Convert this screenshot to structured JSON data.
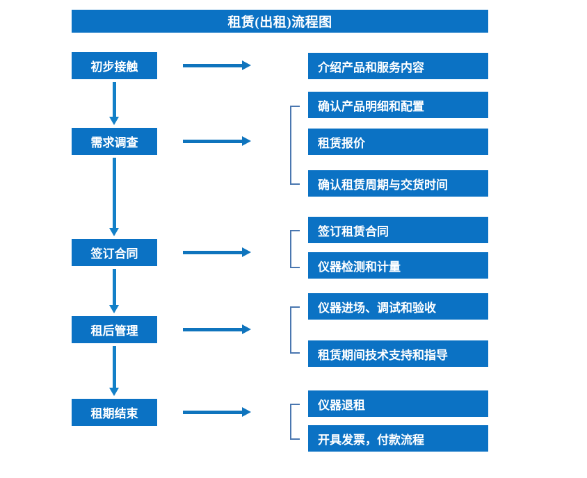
{
  "diagram": {
    "title": "租赁(出租)流程图",
    "accent_color": "#0B72C4",
    "arrow_color": "#0F74BD",
    "bracket_color": "#4A77B0",
    "title_text_color": "#FFFFFF",
    "background_color": "#FFFFFF",
    "stages": [
      {
        "label": "初步接触"
      },
      {
        "label": "需求调查"
      },
      {
        "label": "签订合同"
      },
      {
        "label": "租后管理"
      },
      {
        "label": "租期结束"
      }
    ],
    "details": [
      {
        "label": "介绍产品和服务内容"
      },
      {
        "label": "确认产品明细和配置"
      },
      {
        "label": "租赁报价"
      },
      {
        "label": "确认租赁周期与交货时间"
      },
      {
        "label": "签订租赁合同"
      },
      {
        "label": "仪器检测和计量"
      },
      {
        "label": "仪器进场、调试和验收"
      },
      {
        "label": "租赁期间技术支持和指导"
      },
      {
        "label": "仪器退租"
      },
      {
        "label": "开具发票，付款流程"
      }
    ]
  }
}
